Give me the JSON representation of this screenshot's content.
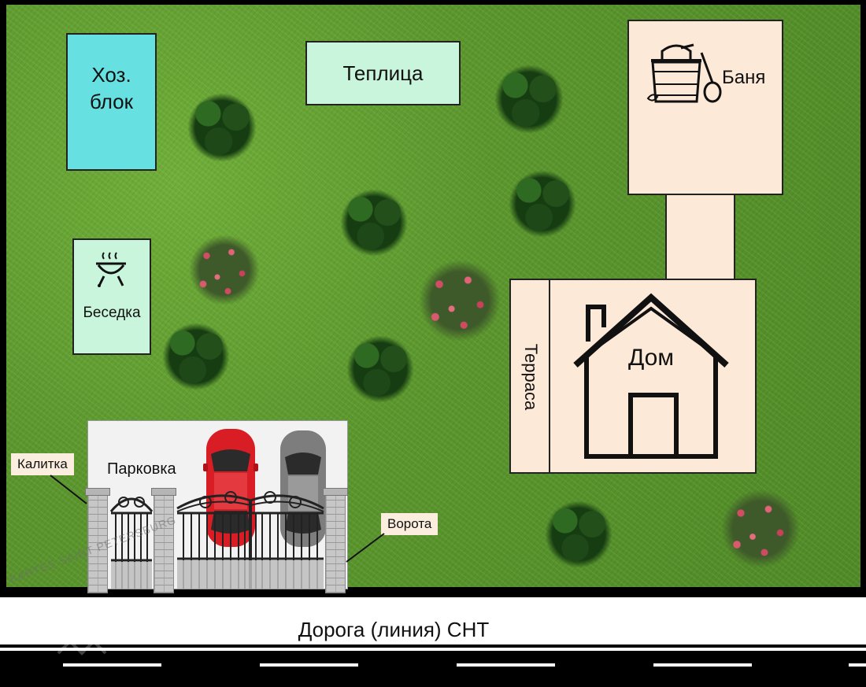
{
  "labels": {
    "utility_block": "Хоз.\nблок",
    "greenhouse": "Теплица",
    "bathhouse": "Баня",
    "gazebo": "Беседка",
    "house": "Дом",
    "terrace": "Терраса",
    "parking": "Парковка",
    "wicket": "Калитка",
    "gates": "Ворота",
    "road": "Дорога (линия) СНТ"
  },
  "watermark": "KARTES SAINT PETERSBURG",
  "colors": {
    "utility_block": "#66e0e0",
    "greenhouse": "#c9f5dc",
    "bathhouse": "#fde9d8",
    "gazebo": "#c9f5dc",
    "house": "#fde9d8",
    "parking": "#f2f2f2",
    "callout": "#fbeede",
    "car_red": "#d81e24",
    "car_gray": "#7d7d7d"
  },
  "icons": {
    "bathhouse": "bucket-ladle-icon",
    "gazebo": "grill-icon",
    "house": "house-outline-icon"
  }
}
